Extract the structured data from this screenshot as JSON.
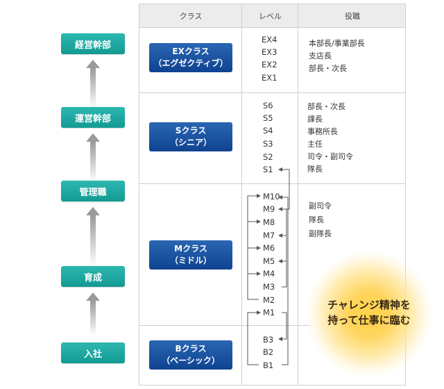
{
  "stages": [
    "経営幹部",
    "運営幹部",
    "管理職",
    "育成",
    "入社"
  ],
  "table": {
    "headers": {
      "class": "クラス",
      "level": "レベル",
      "role": "役職"
    },
    "rows": [
      {
        "class_line1": "EXクラス",
        "class_line2": "（エグゼクティブ）",
        "levels": [
          "EX4",
          "EX3",
          "EX2",
          "EX1"
        ],
        "roles": [
          "本部長/事業部長",
          "支店長",
          "部長・次長"
        ]
      },
      {
        "class_line1": "Sクラス",
        "class_line2": "（シニア）",
        "levels": [
          "S6",
          "S5",
          "S4",
          "S3",
          "S2",
          "S1"
        ],
        "roles": [
          "部長・次長",
          "課長",
          "事務所長",
          "主任",
          "司令・副司令",
          "隊長"
        ]
      },
      {
        "class_line1": "Mクラス",
        "class_line2": "（ミドル）",
        "levels": [
          "M10",
          "M9",
          "M8",
          "M7",
          "M6",
          "M5",
          "M4",
          "M3",
          "M2",
          "M1"
        ],
        "roles": [
          "副司令",
          "隊長",
          "副隊長"
        ]
      },
      {
        "class_line1": "Bクラス",
        "class_line2": "（ベーシック）",
        "levels": [
          "B3",
          "B2",
          "B1"
        ],
        "roles": []
      }
    ]
  },
  "badge": {
    "line1": "チャレンジ精神を",
    "line2": "持って仕事に臨む"
  },
  "colors": {
    "stage": "#1aa8a0",
    "class_box": "#1f56a5",
    "arrow": "#9a9a9a",
    "glow": "#ffd24a"
  }
}
